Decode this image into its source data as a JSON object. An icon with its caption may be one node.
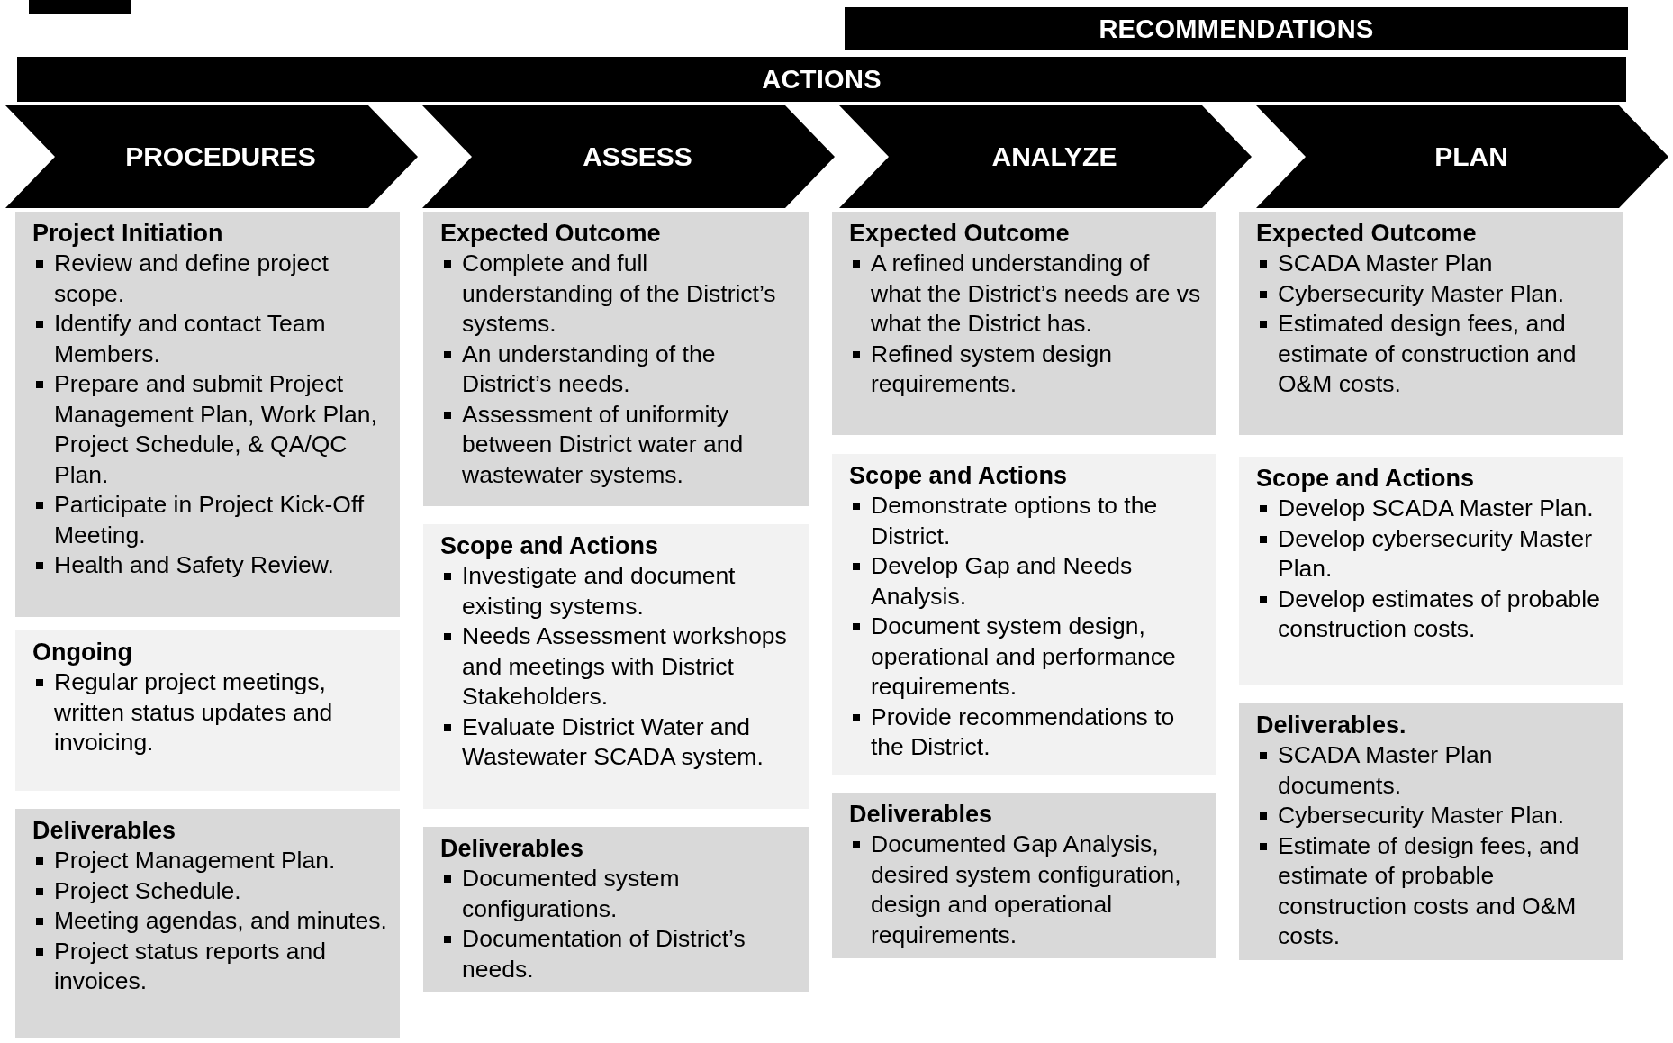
{
  "diagram": {
    "nodes": [
      {
        "text": [],
        "shape": "bar"
      },
      {
        "text": [
          "RECOMMENDATIONS"
        ]
      },
      {
        "text": [
          "ACTIONS"
        ]
      },
      {
        "text": [
          "PROCEDURES"
        ]
      },
      {
        "text": [
          "ASSESS"
        ]
      },
      {
        "text": [
          "ANALYZE"
        ]
      },
      {
        "text": [
          "PLAN"
        ]
      },
      {
        "text": [
          "Project Initiation",
          "Review and define project scope.",
          "Identify and contact Team Members.",
          "Prepare and submit Project Management Plan, Work Plan, Project Schedule, & QA/QC Plan.",
          "Participate in Project Kick-Off Meeting.",
          "Health and Safety Review."
        ]
      },
      {
        "text": [
          "Ongoing",
          "Regular project meetings, written status updates and invoicing."
        ]
      },
      {
        "text": [
          "Deliverables",
          "Project Management Plan.",
          "Project Schedule.",
          "Meeting agendas, and minutes.",
          "Project status reports and invoices."
        ]
      },
      {
        "text": [
          "Expected Outcome",
          "Complete and full understanding of the District’s systems.",
          "An understanding of the District’s needs.",
          "Assessment of uniformity between District water and wastewater systems."
        ]
      },
      {
        "text": [
          "Scope and Actions",
          "Investigate and document existing systems.",
          "Needs Assessment workshops and meetings with District Stakeholders.",
          "Evaluate District Water and Wastewater SCADA system."
        ]
      },
      {
        "text": [
          "Deliverables",
          "Documented system configurations.",
          "Documentation of District’s needs."
        ]
      },
      {
        "text": [
          "Expected Outcome",
          "A refined understanding of what the District’s needs are vs what the District has.",
          "Refined system design requirements."
        ]
      },
      {
        "text": [
          "Scope and Actions",
          "Demonstrate options to the District.",
          "Develop Gap and Needs Analysis.",
          "Document system design, operational and performance requirements.",
          "Provide recommendations to the District."
        ]
      },
      {
        "text": [
          "Deliverables",
          "Documented Gap Analysis, desired system configuration, design and operational requirements."
        ]
      },
      {
        "text": [
          "Expected Outcome",
          "SCADA Master Plan",
          "Cybersecurity Master Plan.",
          "Estimated design fees, and estimate of construction and O&M costs."
        ]
      },
      {
        "text": [
          "Scope and Actions",
          "Develop SCADA Master Plan.",
          "Develop cybersecurity Master Plan.",
          "Develop estimates of probable construction costs."
        ]
      },
      {
        "text": [
          "Deliverables.",
          "SCADA Master Plan documents.",
          "Cybersecurity Master Plan.",
          "Estimate of design fees, and estimate of probable construction costs and O&M costs."
        ]
      }
    ]
  }
}
